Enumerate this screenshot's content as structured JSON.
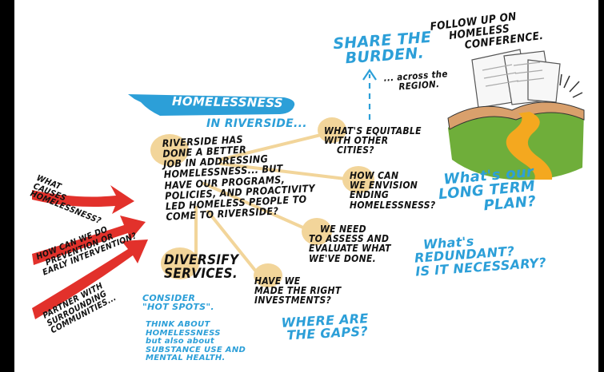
{
  "colors": {
    "blue": "#2c9fd8",
    "red": "#e2312b",
    "tan": "#f2d59a",
    "black": "#111111",
    "green": "#6fae3a",
    "orange": "#f4a81f"
  },
  "texts": {
    "follow_up": [
      "FOLLOW UP on",
      "HOMELESS",
      "CONFERENCE."
    ],
    "share_burden": [
      "SHARE the",
      "BURDEN."
    ],
    "across_region": [
      "... across the",
      "REGION."
    ],
    "homelessness_banner": "HOMELESSNESS",
    "in_riverside": "in RIVERSIDE...",
    "riverside_main": [
      "RIVERSIDE has",
      "done a BETTER",
      "JOB in ADDRESSING",
      "HOMELESSNESS... but",
      "HAVE OUR PROGRAMS,",
      "POLICIES, and PROACTIVITY",
      "LED HOMELESS PEOPLE to",
      "COME to RIVERSIDE?"
    ],
    "equitable": [
      "WHAT'S EQUITABLE",
      "WITH OTHER",
      "CITIES?"
    ],
    "envision": [
      "HOW CAN",
      "WE ENVISION",
      "ENDING",
      "HOMELESSNESS?"
    ],
    "long_term": [
      "What's our",
      "LONG TERM",
      "PLAN?"
    ],
    "assess": [
      "WE NEED",
      "TO ASSESS and",
      "EVALUATE WHAT",
      "WE'VE DONE."
    ],
    "redundant": [
      "What's",
      "REDUNDANT?",
      "Is it NECESSARY?"
    ],
    "diversify": [
      "DIVERSIFY",
      "SERVICES."
    ],
    "investments": [
      "HAVE WE",
      "MADE THE RIGHT",
      "INVESTMENTS?"
    ],
    "where_gaps": [
      "WHERE are",
      "the GAPS?"
    ],
    "consider": [
      "CONSIDER",
      "\"HOT SPOTS\"."
    ],
    "think_about": [
      "THINK about",
      "HOMELESSNESS",
      "but also about",
      "SUBSTANCE USE and",
      "MENTAL HEALTH."
    ],
    "what_causes": [
      "WHAT",
      "CAUSES",
      "HOMELESSNESS?"
    ],
    "prevention": [
      "HOW CAN WE DO",
      "PREVENTION or",
      "EARLY INTERVENTION?"
    ],
    "partner": [
      "PARTNER with",
      "SURROUNDING",
      "COMMUNITIES..."
    ]
  }
}
